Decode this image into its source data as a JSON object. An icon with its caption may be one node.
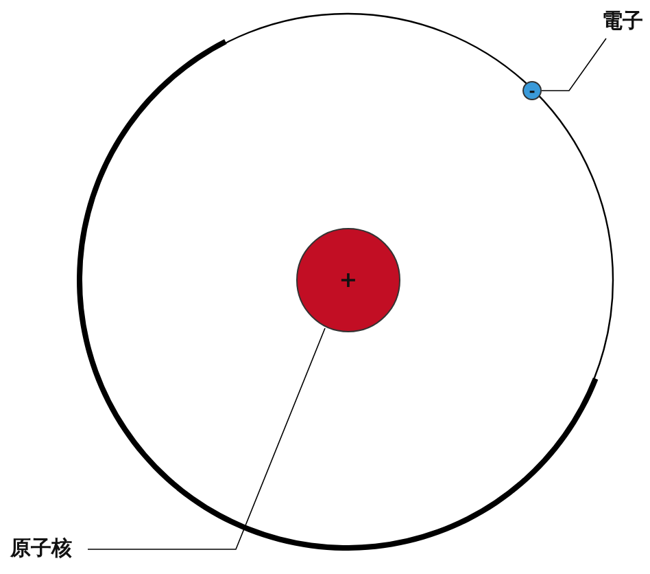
{
  "diagram": {
    "nodes": [
      {
        "text": [
          "電子"
        ]
      },
      {
        "text": [
          "-"
        ]
      },
      {
        "text": [
          "+"
        ]
      },
      {
        "text": [
          "原子核"
        ]
      }
    ],
    "edges": [
      {
        "from": 0,
        "to": 1,
        "arrow": "none"
      },
      {
        "from": 3,
        "to": 2,
        "arrow": "none"
      }
    ]
  }
}
